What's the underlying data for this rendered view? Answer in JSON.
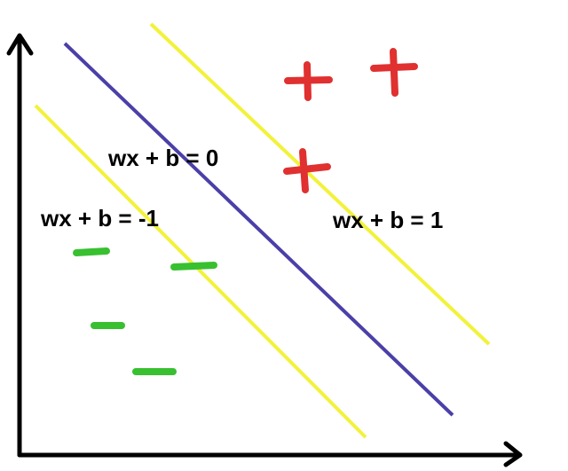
{
  "colors": {
    "axes": "#000000",
    "decision_boundary": "#4b3fa8",
    "margin_lines": "#f2f23a",
    "positive_marker": "#e03030",
    "negative_marker": "#38c030",
    "label_text": "#000000"
  },
  "labels": {
    "hyperplane": "wx + b = 0",
    "negative_margin": "wx + b = -1",
    "positive_margin": "wx + b = 1"
  },
  "markers": {
    "positive_symbol": "plus-icon",
    "negative_symbol": "minus-icon",
    "positive_count": 3,
    "negative_count": 4
  }
}
